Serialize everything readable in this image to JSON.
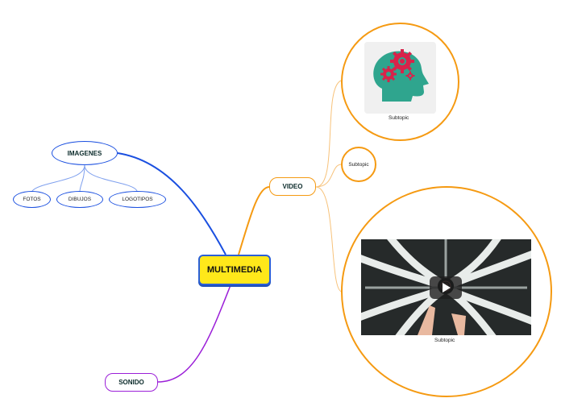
{
  "center": {
    "label": "MULTIMEDIA"
  },
  "branches": {
    "imagenes": {
      "label": "IMAGENES",
      "children": [
        "FOTOS",
        "DIBUJOS",
        "LOGOTIPOS"
      ]
    },
    "video": {
      "label": "VIDEO",
      "subtopics": [
        "Subtopic",
        "Subtopic",
        "Subtopic"
      ]
    },
    "sonido": {
      "label": "SONIDO"
    }
  },
  "colors": {
    "center_fill": "#ffe81a",
    "center_border": "#2a5fd6",
    "imagenes_branch": "#1a4fe0",
    "video_branch": "#f59a12",
    "sonido_branch": "#9b1fd8",
    "gear": "#d8234a",
    "head": "#2fa58e"
  },
  "icons": {
    "head_image": "head-gears-icon",
    "video_play": "play-icon"
  }
}
